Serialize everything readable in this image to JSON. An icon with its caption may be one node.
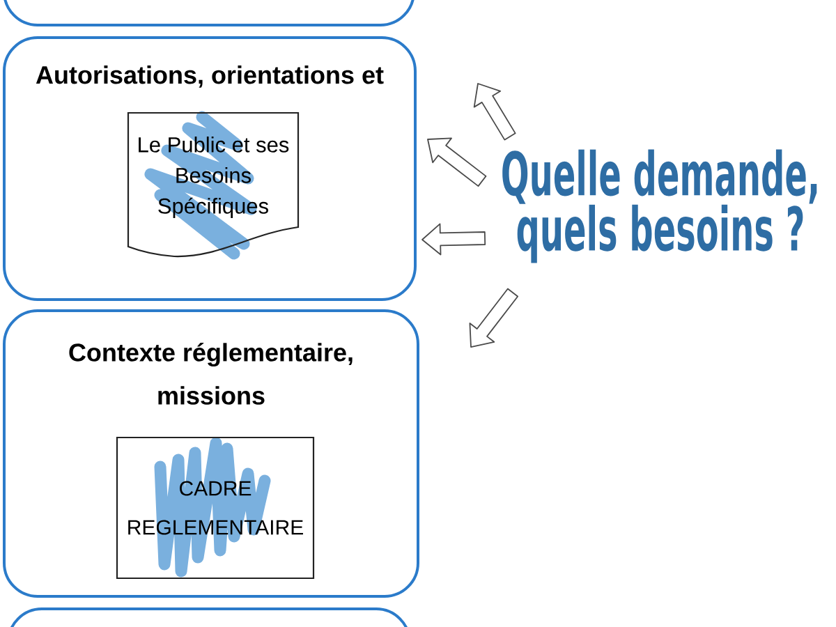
{
  "diagram": {
    "nodes": [
      {
        "text": [],
        "shape": "box"
      },
      {
        "text": [
          "Autorisations, orientations et"
        ]
      },
      {
        "text": [
          "Le Public et ses Besoins Spécifiques"
        ],
        "in": 1
      },
      {
        "text": [
          "Contexte réglementaire, missions"
        ]
      },
      {
        "text": [
          "CADRE REGLEMENTAIRE"
        ],
        "in": 3
      },
      {
        "text": [],
        "shape": "box"
      },
      {
        "text": [
          "Quelle demande, quels besoins ?"
        ]
      }
    ],
    "edges": [
      {
        "from": 6,
        "to": null,
        "arrow": "to"
      },
      {
        "from": 6,
        "to": null,
        "arrow": "to"
      },
      {
        "from": 6,
        "to": null,
        "arrow": "to"
      },
      {
        "from": 6,
        "to": null,
        "arrow": "to"
      }
    ]
  }
}
